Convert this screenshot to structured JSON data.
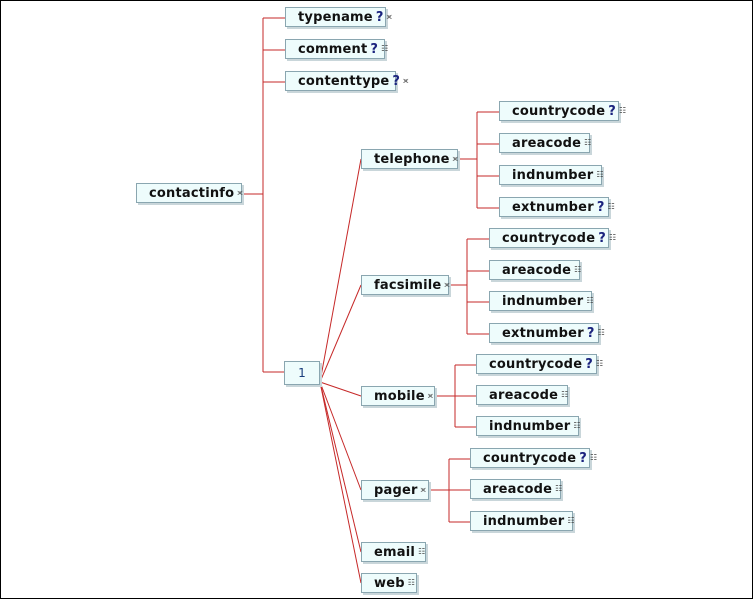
{
  "root": {
    "label": "contactinfo"
  },
  "top_children": [
    {
      "label": "typename",
      "optional": true
    },
    {
      "label": "comment",
      "optional": true
    },
    {
      "label": "contenttype",
      "optional": true
    }
  ],
  "sequence": {
    "label": "1"
  },
  "groups": [
    {
      "label": "telephone",
      "children": [
        {
          "label": "countrycode",
          "optional": true
        },
        {
          "label": "areacode",
          "optional": false
        },
        {
          "label": "indnumber",
          "optional": false
        },
        {
          "label": "extnumber",
          "optional": true
        }
      ]
    },
    {
      "label": "facsimile",
      "children": [
        {
          "label": "countrycode",
          "optional": true
        },
        {
          "label": "areacode",
          "optional": false
        },
        {
          "label": "indnumber",
          "optional": false
        },
        {
          "label": "extnumber",
          "optional": true
        }
      ]
    },
    {
      "label": "mobile",
      "children": [
        {
          "label": "countrycode",
          "optional": true
        },
        {
          "label": "areacode",
          "optional": false
        },
        {
          "label": "indnumber",
          "optional": false
        }
      ]
    },
    {
      "label": "pager",
      "children": [
        {
          "label": "countrycode",
          "optional": true
        },
        {
          "label": "areacode",
          "optional": false
        },
        {
          "label": "indnumber",
          "optional": false
        }
      ]
    }
  ],
  "leaves": [
    {
      "label": "email"
    },
    {
      "label": "web"
    }
  ],
  "optional_marker": "?",
  "icons": {
    "element": "element-icon",
    "complex": "expand-icon"
  },
  "colors": {
    "connector": "#c62828",
    "node_fill": "#eefcfc",
    "node_border": "#8aa6b0"
  }
}
